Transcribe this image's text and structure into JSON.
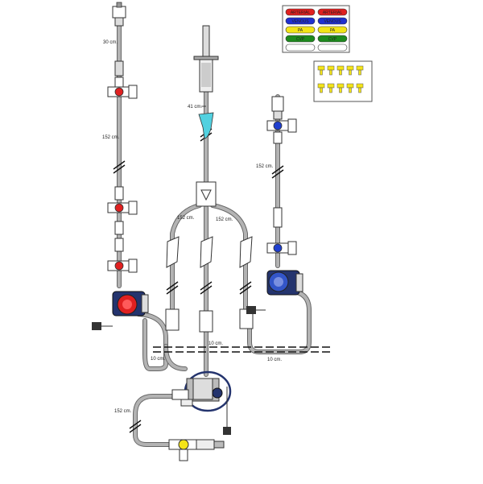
{
  "labels": {
    "len_30": "30 cm.",
    "len_41": "41 cm.",
    "len_152_left": "152 cm.",
    "len_152_right": "152 cm.",
    "len_152_center_a": "152 cm.",
    "len_152_center_b": "152 cm.",
    "len_152_bottom": "152 cm.",
    "len_10_left": "10 cm.",
    "len_10_center": "10 cm.",
    "len_10_right": "10 cm."
  },
  "legend": {
    "rows": [
      {
        "left": "ARTERIAL",
        "right": "ARTERIAL",
        "color": "#e02020"
      },
      {
        "left": "VENOUS",
        "right": "VENOUS",
        "color": "#1f2fd0"
      },
      {
        "left": "PA",
        "right": "PA",
        "color": "#f2e418"
      },
      {
        "left": "CVP",
        "right": "CVP",
        "color": "#1e8a1e"
      },
      {
        "left": "",
        "right": "",
        "color": "#ffffff"
      }
    ]
  },
  "colors": {
    "tube": "#a9a9a9",
    "tube_edge": "#555555",
    "red": "#e02020",
    "blue": "#1f3fd0",
    "yellow": "#f4e418",
    "cyan": "#52d1e0",
    "navy": "#24346e"
  }
}
